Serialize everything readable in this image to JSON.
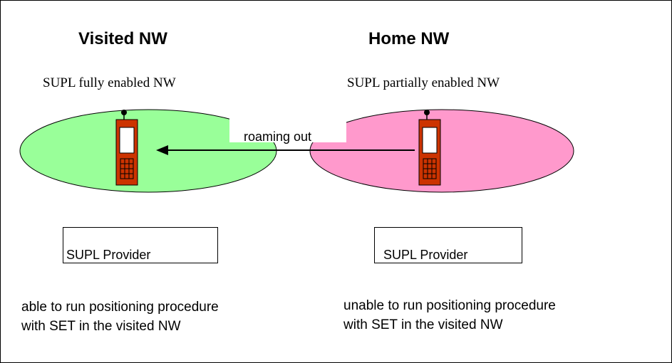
{
  "visited": {
    "title": "Visited NW",
    "subtitle": "SUPL fully enabled NW",
    "provider_label": "SUPL Provider",
    "note_line1": "able to run positioning procedure",
    "note_line2": "with SET in the visited NW",
    "ellipse_color": "#99ff99"
  },
  "home": {
    "title": "Home NW",
    "subtitle": "SUPL partially enabled NW",
    "provider_label": "SUPL Provider",
    "note_line1": "unable to run positioning procedure",
    "note_line2": "with SET in the visited NW",
    "ellipse_color": "#ff99cc"
  },
  "arrow_label": "roaming out",
  "phone_icon": "mobile-phone-icon",
  "phone_color": "#cc3300"
}
